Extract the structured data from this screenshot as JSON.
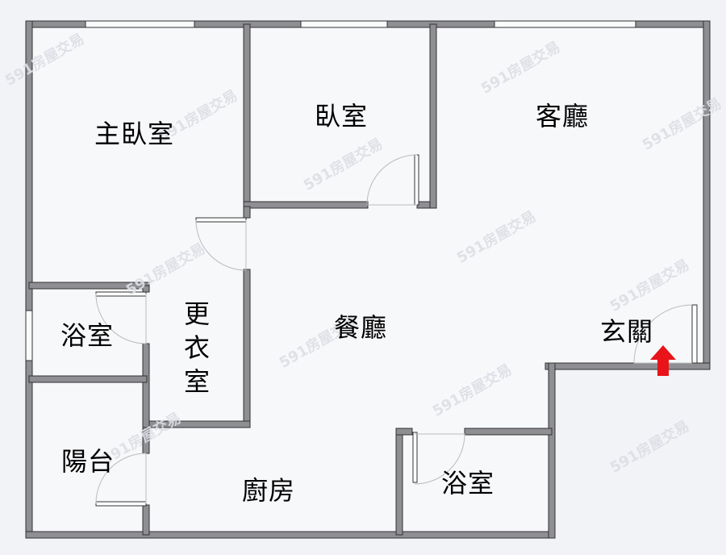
{
  "floorplan": {
    "rooms": [
      {
        "id": "master-bedroom",
        "label": "主臥室"
      },
      {
        "id": "bedroom",
        "label": "臥室"
      },
      {
        "id": "living-room",
        "label": "客廳"
      },
      {
        "id": "bathroom-1",
        "label": "浴室"
      },
      {
        "id": "walk-in-closet",
        "label": "更衣室",
        "chars": [
          "更",
          "衣",
          "室"
        ]
      },
      {
        "id": "dining-room",
        "label": "餐廳"
      },
      {
        "id": "entrance",
        "label": "玄關"
      },
      {
        "id": "balcony",
        "label": "陽台"
      },
      {
        "id": "kitchen",
        "label": "廚房"
      },
      {
        "id": "bathroom-2",
        "label": "浴室"
      }
    ],
    "watermark": "591房屋交易",
    "entrance_arrow_color": "#e8141a",
    "wall_color": "#8e8e93",
    "floor_color": "#f7f8fa"
  }
}
